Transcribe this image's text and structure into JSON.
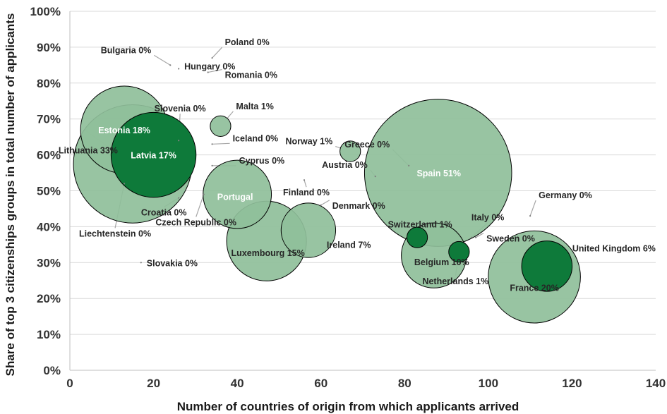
{
  "chart_data": {
    "type": "bubble",
    "xlabel": "Number of  countries of origin from which applicants arrived",
    "ylabel": "Share of top 3 citizenships groups in total number of applicants",
    "xlim": [
      0,
      140
    ],
    "ylim": [
      0,
      100
    ],
    "x_ticks": [
      "0",
      "20",
      "40",
      "60",
      "80",
      "100",
      "120",
      "140"
    ],
    "y_ticks": [
      "0%",
      "10%",
      "20%",
      "30%",
      "40%",
      "50%",
      "60%",
      "70%",
      "80%",
      "90%",
      "100%"
    ],
    "grid": "horizontal",
    "colors": {
      "light": "#8fbf9a",
      "dark": "#0e7a3a"
    },
    "points": [
      {
        "label": "Lithuania 33%",
        "country": "Lithuania",
        "size": 33,
        "x": 15,
        "y": 57.5,
        "color": "light",
        "inside": false
      },
      {
        "label": "Estonia 18%",
        "country": "Estonia",
        "size": 18,
        "x": 13,
        "y": 67,
        "color": "light",
        "inside": true
      },
      {
        "label": "Latvia 17%",
        "country": "Latvia",
        "size": 17,
        "x": 20,
        "y": 60,
        "color": "dark",
        "inside": true
      },
      {
        "label": "Portugal",
        "country": "Portugal",
        "size": 11,
        "x": 40,
        "y": 49,
        "color": "light",
        "inside": true
      },
      {
        "label": "Luxembourg 15%",
        "country": "Luxembourg",
        "size": 15,
        "x": 47,
        "y": 36,
        "color": "light",
        "inside": false
      },
      {
        "label": "Ireland 7%",
        "country": "Ireland",
        "size": 7,
        "x": 57,
        "y": 39,
        "color": "light",
        "inside": false
      },
      {
        "label": "Spain 51%",
        "country": "Spain",
        "size": 51,
        "x": 88,
        "y": 55,
        "color": "light",
        "inside": true
      },
      {
        "label": "Belgium 10%",
        "country": "Belgium",
        "size": 10,
        "x": 87,
        "y": 32,
        "color": "light",
        "inside": false
      },
      {
        "label": "France 20%",
        "country": "France",
        "size": 20,
        "x": 111,
        "y": 26,
        "color": "light",
        "inside": false
      },
      {
        "label": "United Kingdom 6%",
        "country": "United Kingdom",
        "size": 6,
        "x": 114,
        "y": 29,
        "color": "dark",
        "inside": false
      },
      {
        "label": "Switzerland 1%",
        "country": "Switzerland",
        "size": 1,
        "x": 83,
        "y": 37,
        "color": "dark",
        "inside": false
      },
      {
        "label": "Netherlands 1%",
        "country": "Netherlands",
        "size": 1,
        "x": 93,
        "y": 33,
        "color": "dark",
        "inside": false
      },
      {
        "label": "Malta 1%",
        "country": "Malta",
        "size": 1,
        "x": 36,
        "y": 68,
        "color": "light",
        "inside": false
      },
      {
        "label": "Norway 1%",
        "country": "Norway",
        "size": 1,
        "x": 67,
        "y": 61,
        "color": "light",
        "inside": false
      },
      {
        "label": "Bulgaria 0%",
        "country": "Bulgaria",
        "size": 0,
        "x": 24,
        "y": 85,
        "color": "light",
        "inside": false
      },
      {
        "label": "Hungary 0%",
        "country": "Hungary",
        "size": 0,
        "x": 26,
        "y": 84,
        "color": "light",
        "inside": false
      },
      {
        "label": "Poland 0%",
        "country": "Poland",
        "size": 0,
        "x": 34,
        "y": 87,
        "color": "light",
        "inside": false
      },
      {
        "label": "Romania 0%",
        "country": "Romania",
        "size": 0,
        "x": 33,
        "y": 83,
        "color": "light",
        "inside": false
      },
      {
        "label": "Slovenia 0%",
        "country": "Slovenia",
        "size": 0,
        "x": 26,
        "y": 64,
        "color": "light",
        "inside": false
      },
      {
        "label": "Iceland 0%",
        "country": "Iceland",
        "size": 0,
        "x": 34,
        "y": 63,
        "color": "light",
        "inside": false
      },
      {
        "label": "Cyprus 0%",
        "country": "Cyprus",
        "size": 0,
        "x": 34,
        "y": 57,
        "color": "light",
        "inside": false
      },
      {
        "label": "Greece 0%",
        "country": "Greece",
        "size": 0,
        "x": 81,
        "y": 57,
        "color": "light",
        "inside": false
      },
      {
        "label": "Austria 0%",
        "country": "Austria",
        "size": 0,
        "x": 73,
        "y": 54,
        "color": "light",
        "inside": false
      },
      {
        "label": "Finland 0%",
        "country": "Finland",
        "size": 0,
        "x": 56,
        "y": 53,
        "color": "light",
        "inside": false
      },
      {
        "label": "Denmark 0%",
        "country": "Denmark",
        "size": 0,
        "x": 60,
        "y": 46,
        "color": "light",
        "inside": false
      },
      {
        "label": "Croatia 0%",
        "country": "Croatia",
        "size": 0,
        "x": 26,
        "y": 48,
        "color": "light",
        "inside": false
      },
      {
        "label": "Czech Republic 0%",
        "country": "Czech Republic",
        "size": 0,
        "x": 32,
        "y": 49,
        "color": "light",
        "inside": false
      },
      {
        "label": "Liechtenstein 0%",
        "country": "Liechtenstein",
        "size": 0,
        "x": 13,
        "y": 52,
        "color": "light",
        "inside": false
      },
      {
        "label": "Slovakia 0%",
        "country": "Slovakia",
        "size": 0,
        "x": 17,
        "y": 30,
        "color": "light",
        "inside": false
      },
      {
        "label": "Germany 0%",
        "country": "Germany",
        "size": 0,
        "x": 110,
        "y": 43,
        "color": "light",
        "inside": false
      },
      {
        "label": "Italy 0%",
        "country": "Italy",
        "size": 0,
        "x": 96,
        "y": 37,
        "color": "light",
        "inside": false
      },
      {
        "label": "Sweden 0%",
        "country": "Sweden",
        "size": 0,
        "x": 97,
        "y": 37,
        "color": "light",
        "inside": false
      }
    ]
  }
}
